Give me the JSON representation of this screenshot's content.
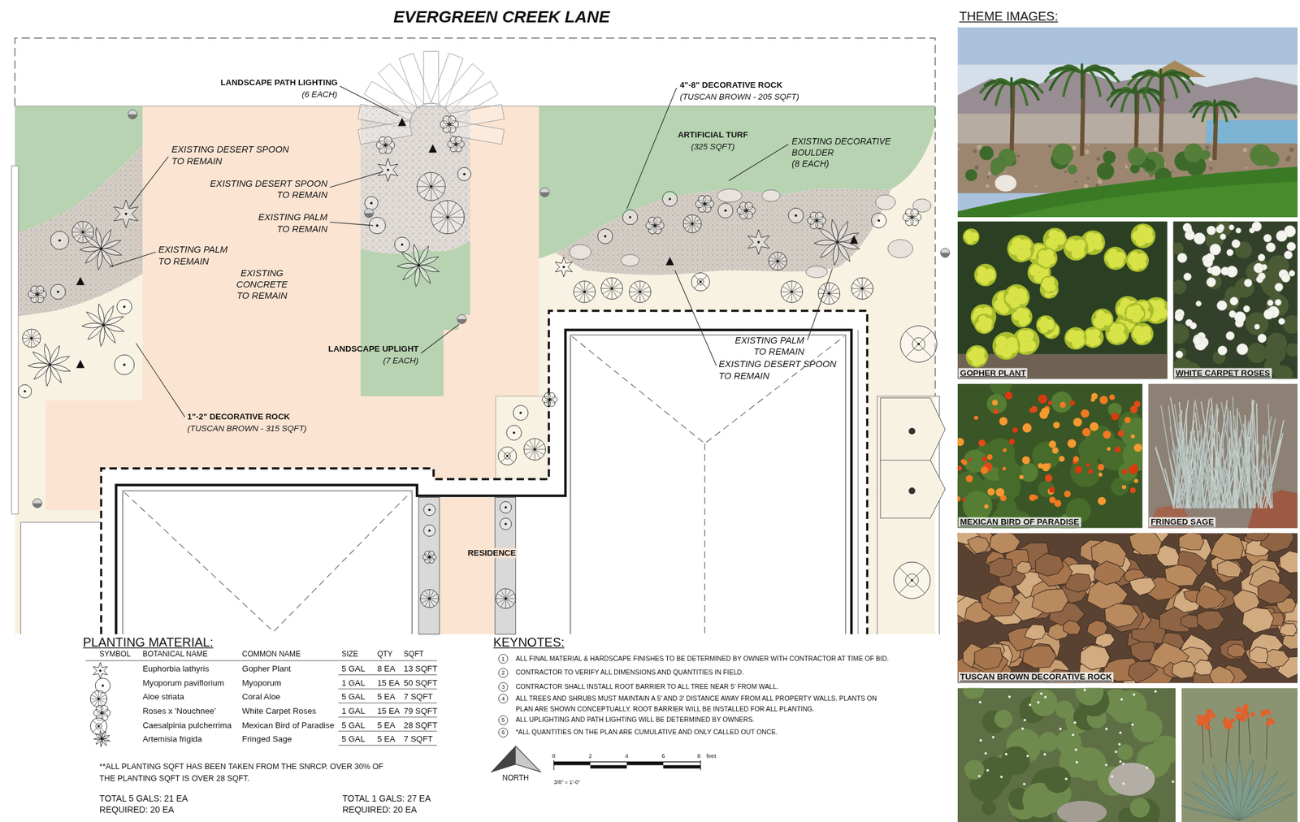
{
  "diagram": {
    "title": "EVERGREEN CREEK LANE",
    "nodes": [
      {
        "text": [
          "GOPHER PLANT"
        ]
      },
      {
        "text": [
          "WHITE CARPET ROSES"
        ]
      },
      {
        "text": [
          "MEXICAN BIRD OF PARADISE"
        ]
      },
      {
        "text": [
          "FRINGED SAGE"
        ]
      },
      {
        "text": [
          "TUSCAN BROWN DECORATIVE ROCK"
        ]
      }
    ],
    "labels": [
      "THEME IMAGES:",
      "LANDSCAPE PATH LIGHTING",
      "(6 EACH)",
      "4\"-8\" DECORATIVE ROCK",
      "(TUSCAN BROWN - 205 SQFT)",
      "ARTIFICIAL TURF",
      "(325 SQFT)",
      "EXISTING DECORATIVE BOULDER",
      "(8 EACH)",
      "EXISTING DESERT SPOON TO REMAIN",
      "EXISTING DESERT SPOON TO REMAIN",
      "EXISTING PALM TO REMAIN",
      "EXISTING PALM TO REMAIN",
      "EXISTING CONCRETE TO REMAIN",
      "LANDSCAPE UPLIGHT",
      "(7 EACH)",
      "EXISTING PALM TO REMAIN",
      "EXISTING DESERT SPOON TO REMAIN",
      "1\"-2\" DECORATIVE ROCK",
      "(TUSCAN BROWN - 315 SQFT)",
      "RESIDENCE",
      "PLANTING MATERIAL:",
      "SYMBOL",
      "BOTANICAL NAME",
      "COMMON NAME",
      "SIZE",
      "QTY",
      "SQFT",
      "Euphorbia lathyris",
      "Gopher Plant",
      "5 GAL",
      "8 EA",
      "13 SQFT",
      "Myoporum paviflorium",
      "Myoporum",
      "1 GAL",
      "15 EA",
      "50 SQFT",
      "Aloe striata",
      "Coral Aloe",
      "5 GAL",
      "5 EA",
      "7 SQFT",
      "Roses x 'Nouchnee'",
      "White Carpet Roses",
      "1 GAL",
      "15 EA",
      "79 SQFT",
      "Caesalpinia pulcherrima",
      "Mexican Bird of Paradise",
      "5 GAL",
      "5 EA",
      "28 SQFT",
      "Artemisia frigida",
      "Fringed Sage",
      "5 GAL",
      "5 EA",
      "7 SQFT",
      "**ALL PLANTING SQFT HAS BEEN TAKEN FROM THE SNRCP.  OVER 30% OF THE PLANTING SQFT IS OVER 28 SQFT.",
      "TOTAL 5 GALS: 21 EA",
      "REQUIRED: 20 EA",
      "TOTAL 1 GALS: 27 EA",
      "REQUIRED: 20 EA",
      "KEYNOTES:",
      "1",
      "ALL FINAL MATERIAL & HARDSCAPE FINISHES TO BE DETERMINED BY OWNER WITH CONTRACTOR AT TIME OF BID.",
      "2",
      "CONTRACTOR TO VERIFY ALL DIMENSIONS AND QUANTITIES IN FIELD.",
      "3",
      "CONTRACTOR SHALL INSTALL ROOT BARRIER TO ALL TREE NEAR 5' FROM WALL.",
      "4",
      "ALL TREES AND SHRUBS MUST MAINTAIN A 5' AND 3' DISTANCE AWAY FROM ALL PROPERTY WALLS. PLANTS ON PLAN ARE SHOWN CONCEPTUALLY. ROOT BARRIER WILL BE INSTALLED FOR ALL PLANTING.",
      "5",
      "ALL UPLIGHTING AND PATH LIGHTING WILL BE DETERMINED BY OWNERS.",
      "6",
      "*ALL QUANTITIES ON THE PLAN ARE CUMULATIVE AND ONLY CALLED OUT ONCE.",
      "NORTH",
      "0",
      "2",
      "4",
      "6",
      "8",
      "feet",
      "3/8\" = 1'-0\""
    ]
  }
}
